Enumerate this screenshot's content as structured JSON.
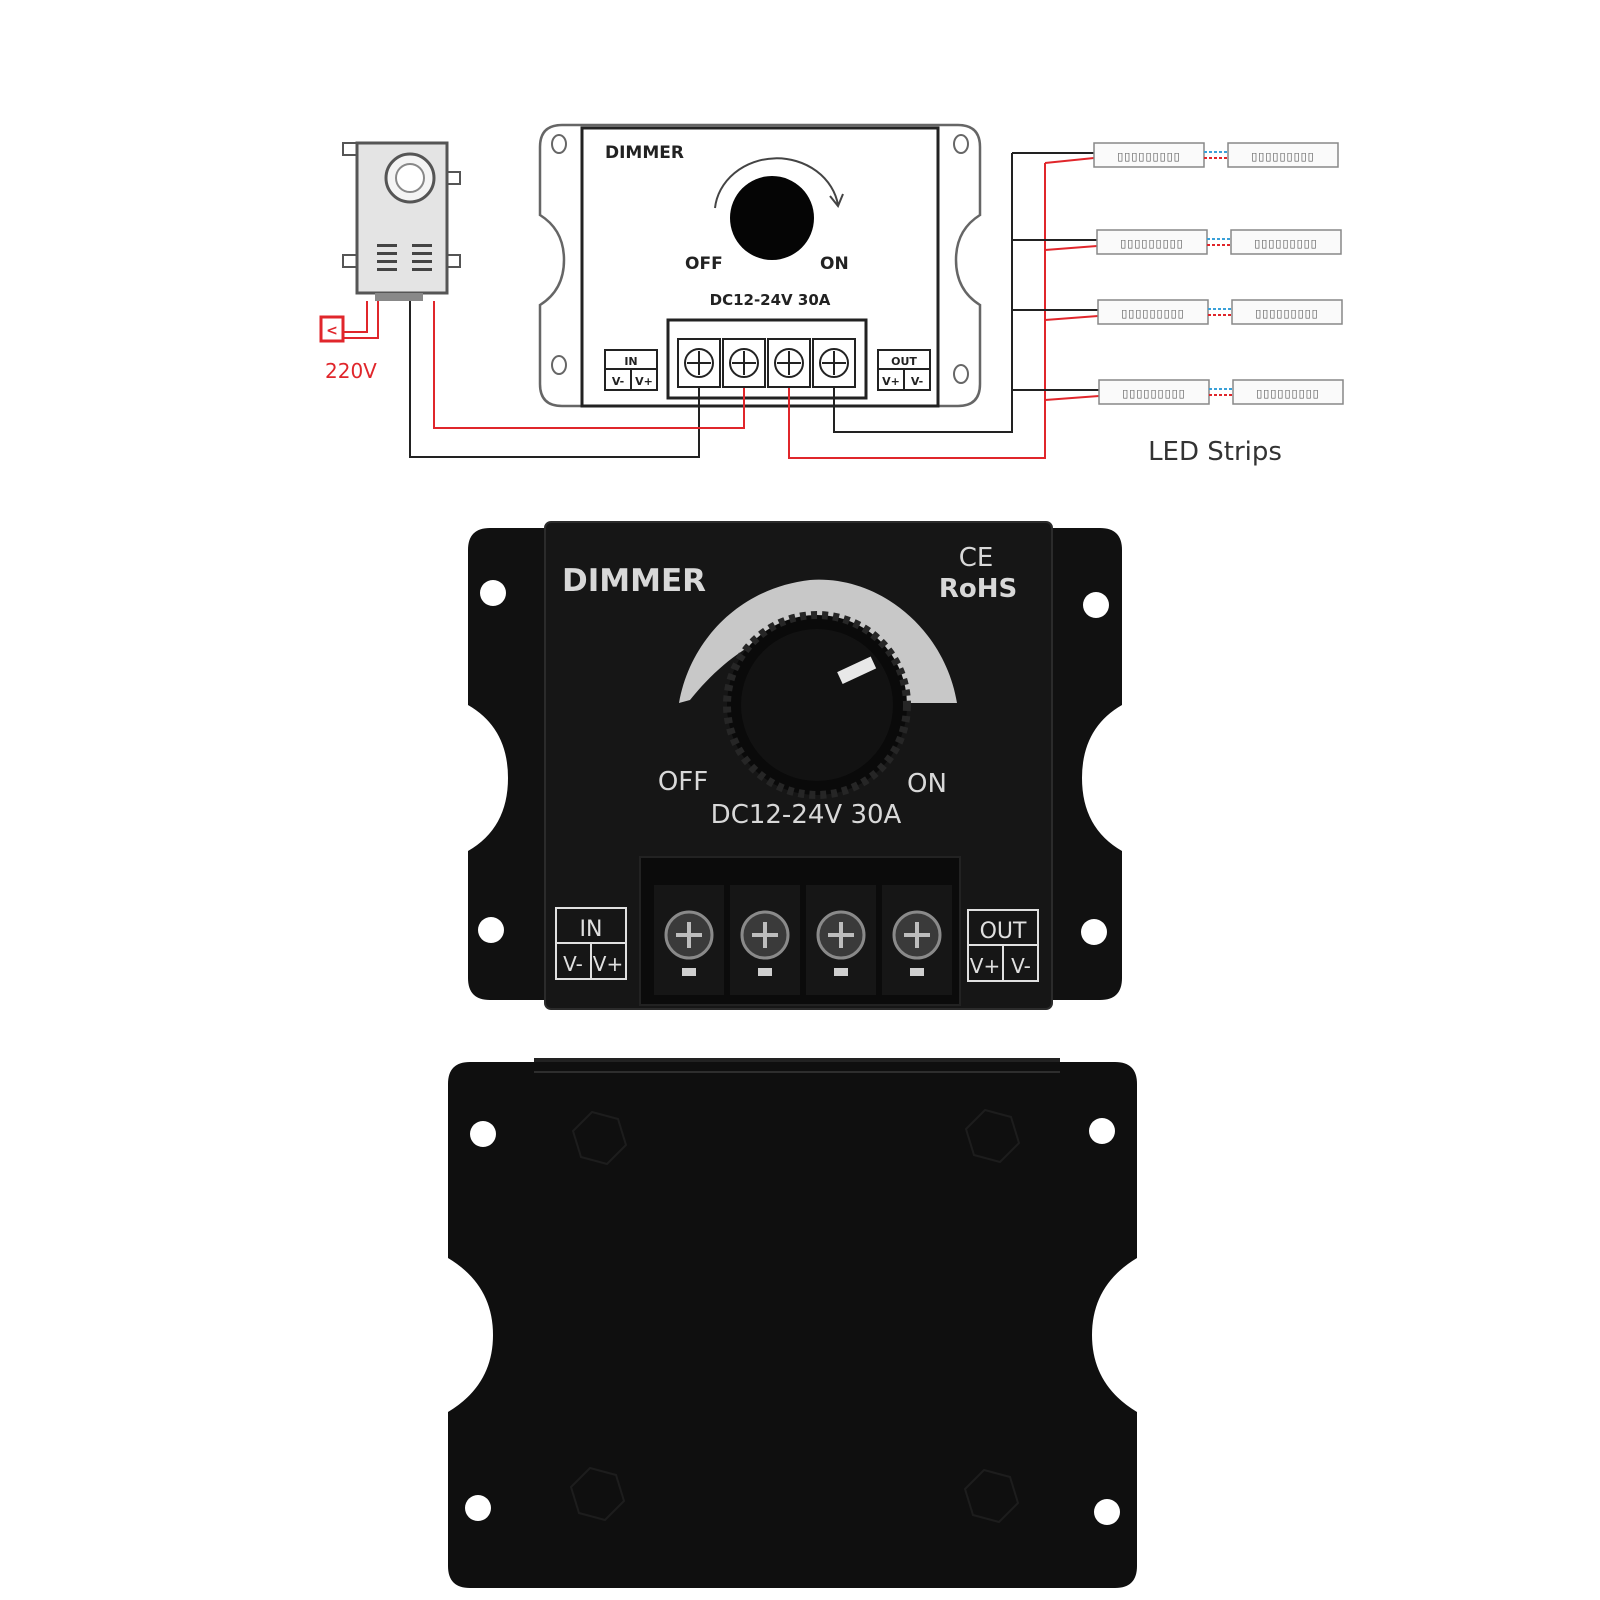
{
  "diagram": {
    "power_supply_label": "220V",
    "dimmer_title": "DIMMER",
    "off_label": "OFF",
    "on_label": "ON",
    "rating": "DC12-24V 30A",
    "in_label": "IN",
    "in_neg": "V-",
    "in_pos": "V+",
    "out_label": "OUT",
    "out_pos": "V+",
    "out_neg": "V-",
    "led_strips_label": "LED Strips",
    "wire_colors": {
      "positive": "#e0262b",
      "negative": "#222222",
      "strip_link": "#3aa0d8"
    }
  },
  "product_front": {
    "title": "DIMMER",
    "ce_mark": "CE",
    "rohs_mark": "RoHS",
    "off_label": "OFF",
    "on_label": "ON",
    "rating": "DC12-24V 30A",
    "in_label": "IN",
    "in_neg": "V-",
    "in_pos": "V+",
    "out_label": "OUT",
    "out_pos": "V+",
    "out_neg": "V-",
    "body_color": "#141414",
    "print_color": "#d8d8d8"
  },
  "product_back": {
    "body_color": "#0f0f0f"
  }
}
